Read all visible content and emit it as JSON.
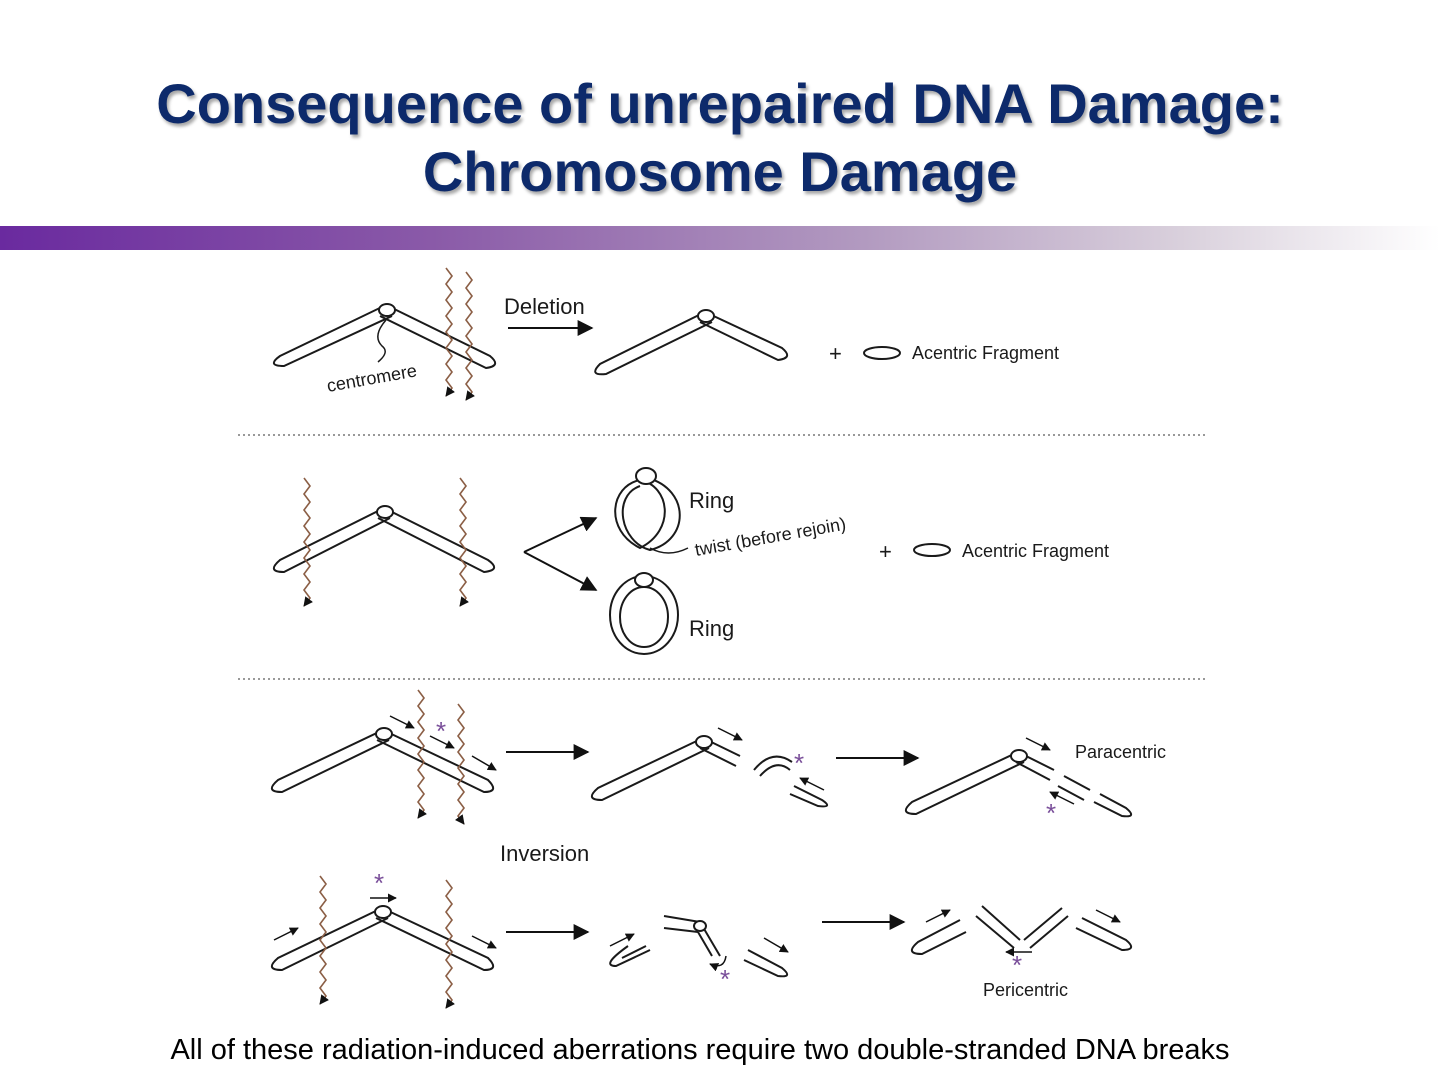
{
  "title": {
    "line1": "Consequence of unrepaired DNA Damage:",
    "line2": "Chromosome Damage"
  },
  "colors": {
    "title": "#0d2a6b",
    "radiation": "#8b5e45",
    "asterisk": "#7a4f9a",
    "banner_start": "#6a2a9f"
  },
  "diagram": {
    "deletion": {
      "label": "Deletion",
      "centromere_label": "centromere",
      "plus": "+",
      "fragment_label": "Acentric Fragment"
    },
    "ring": {
      "ring_label_1": "Ring",
      "twist_label": "twist (before rejoin)",
      "ring_label_2": "Ring",
      "plus": "+",
      "fragment_label": "Acentric Fragment"
    },
    "inversion": {
      "label": "Inversion",
      "paracentric_label": "Paracentric",
      "pericentric_label": "Pericentric",
      "asterisk": "*"
    }
  },
  "footer": "All of these radiation-induced aberrations require two double-stranded DNA breaks"
}
